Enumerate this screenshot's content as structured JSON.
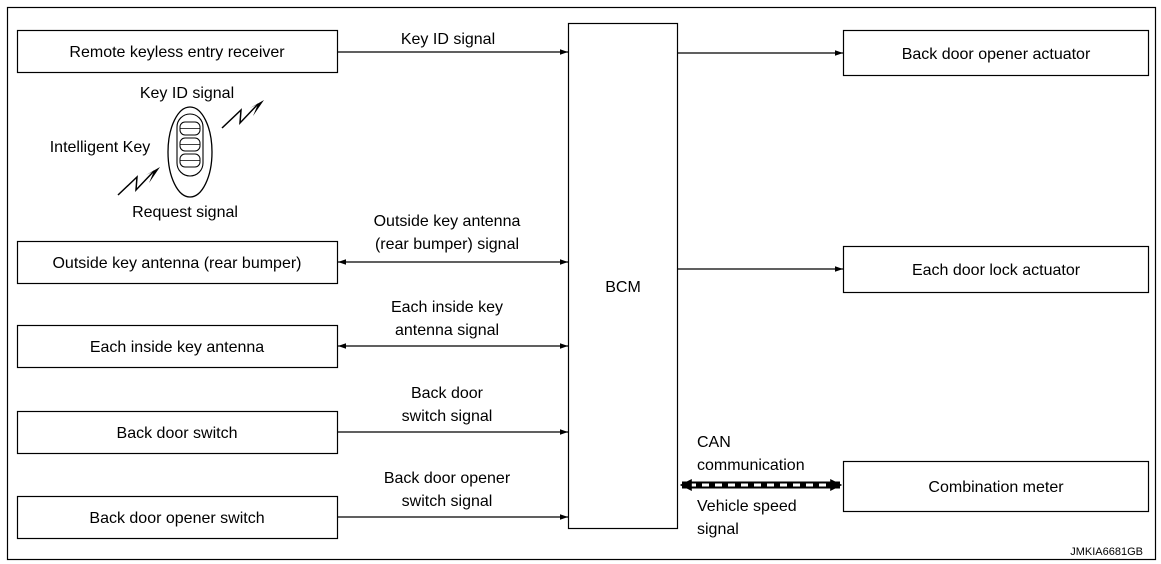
{
  "boxes": {
    "remote_keyless_entry_receiver": "Remote keyless entry receiver",
    "outside_key_antenna": "Outside key antenna (rear bumper)",
    "each_inside_key_antenna": "Each inside key antenna",
    "back_door_switch": "Back door switch",
    "back_door_opener_switch": "Back door opener switch",
    "bcm": "BCM",
    "back_door_opener_actuator": "Back door opener actuator",
    "each_door_lock_actuator": "Each door lock actuator",
    "combination_meter": "Combination meter"
  },
  "signals": {
    "key_id_1": "Key ID signal",
    "key_id_2": "Key ID signal",
    "intelligent_key": "Intelligent Key",
    "request_signal": "Request signal",
    "outside_antenna_line1": "Outside key antenna",
    "outside_antenna_line2": "(rear bumper) signal",
    "inside_antenna_line1": "Each inside key",
    "inside_antenna_line2": "antenna signal",
    "back_door_line1": "Back door",
    "back_door_line2": "switch signal",
    "opener_line1": "Back door opener",
    "opener_line2": "switch signal",
    "can_line1": "CAN",
    "can_line2": "communication",
    "speed_line1": "Vehicle speed",
    "speed_line2": "signal"
  },
  "reference_code": "JMKIA6681GB"
}
